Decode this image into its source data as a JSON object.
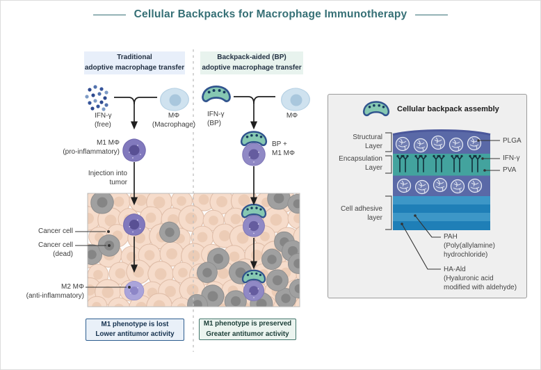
{
  "title": "Cellular Backpacks for Macrophage Immunotherapy",
  "traditional": {
    "header": "Traditional\nadoptive macrophage transfer",
    "ifn_label": "IFN-γ\n(free)",
    "macrophage_label": "MΦ\n(Macrophage)",
    "m1_label": "M1 MΦ\n(pro-inflammatory)",
    "injection_label": "Injection into\ntumor",
    "outcome": "M1 phenotype is lost\nLower antitumor activity"
  },
  "backpack_aided": {
    "header": "Backpack-aided (BP)\nadoptive macrophage transfer",
    "ifn_label": "IFN-γ\n(BP)",
    "macrophage_label": "MΦ",
    "bp_m1_label": "BP +\nM1 MΦ",
    "outcome": "M1 phenotype is preserved\nGreater antitumor activity"
  },
  "tumor": {
    "cancer_cell_label": "Cancer cell",
    "dead_cancer_cell_label": "Cancer cell\n(dead)",
    "m2_label": "M2 MΦ\n(anti-inflammatory)"
  },
  "assembly": {
    "title": "Cellular backpack assembly",
    "structural_layer_label": "Structural\nLayer",
    "encapsulation_layer_label": "Encapsulation\nLayer",
    "cell_adhesive_layer_label": "Cell adhesive\nlayer",
    "plga_label": "PLGA",
    "ifn_label": "IFN-γ",
    "pva_label": "PVA",
    "pah_label": "PAH\n(Poly(allylamine)\nhydrochloride)",
    "ha_ald_label": "HA-Ald\n(Hyaluronic acid\nmodified with aldehyde)"
  },
  "colors": {
    "accent_teal": "#356f75",
    "backpack_fill": "#86c8b2",
    "backpack_stroke": "#31548e",
    "m1_cell": "#8179bd",
    "m2_cell": "#aaa4da",
    "macrophage_cell": "#cfe2ef",
    "cancer_cell": "#f6dccb",
    "dead_cancer_cell": "#a0a0a0",
    "structural_band": "#5a69a7",
    "encapsulation_band": "#43a39e",
    "adhesive_light": "#3d97c7",
    "adhesive_dark": "#1f7fb7"
  }
}
